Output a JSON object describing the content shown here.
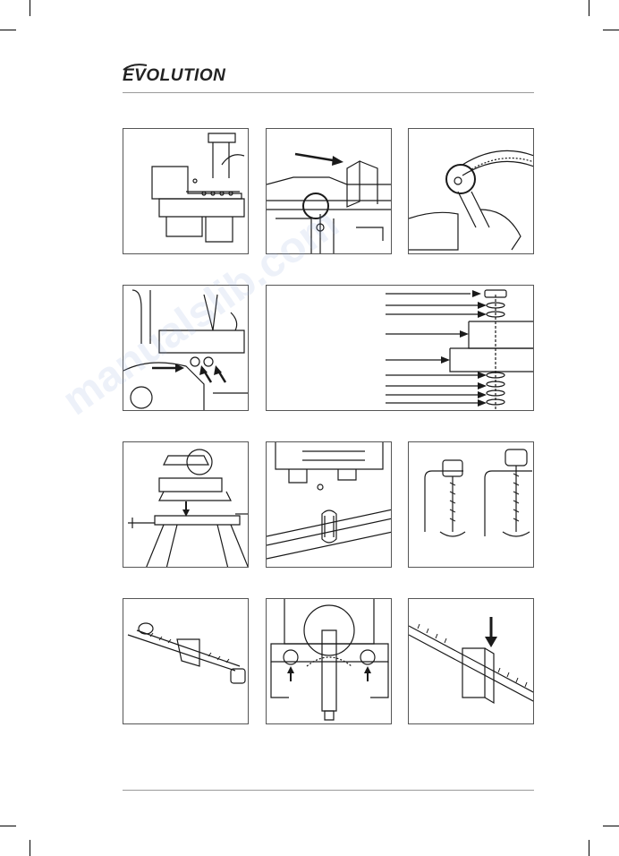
{
  "header": {
    "brand": "EVOLUTION"
  },
  "watermark": {
    "text": "manualslib.com"
  },
  "figures": [
    {
      "name": "mitre-saw-side-view"
    },
    {
      "name": "fence-arrow-detail"
    },
    {
      "name": "handle-lock-detail"
    },
    {
      "name": "bevel-knobs-arrows"
    },
    {
      "name": "bolt-assembly-diagram"
    },
    {
      "name": "saw-onto-stand"
    },
    {
      "name": "mounting-bracket-on-board"
    },
    {
      "name": "hold-down-clamps"
    },
    {
      "name": "extension-support-rod"
    },
    {
      "name": "base-underside-view"
    },
    {
      "name": "rod-insertion-arrow"
    }
  ],
  "colors": {
    "line": "#1a1a1a",
    "panel_border": "#555555",
    "rule": "#9a9a9a"
  }
}
